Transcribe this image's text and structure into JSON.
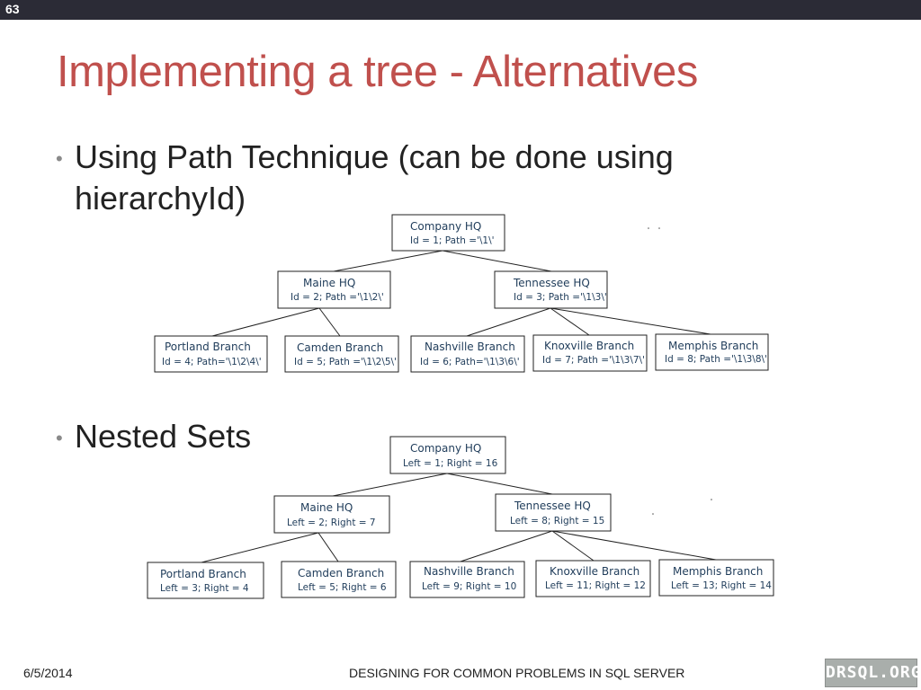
{
  "slide": {
    "number": "63",
    "title": "Implementing a tree - Alternatives",
    "bullets": [
      {
        "line1": "Using Path Technique (can be done using",
        "line2": "hierarchyId)"
      },
      {
        "line1": "Nested Sets"
      }
    ],
    "footer": {
      "date": "6/5/2014",
      "title": "DESIGNING FOR COMMON PROBLEMS IN SQL SERVER",
      "logo_text": "DRSQL.ORG"
    },
    "colors": {
      "title": "#c0504d",
      "topbar": "#2b2b36",
      "node_text": "#1f3c5a",
      "logo_bg": "#a9aeab"
    }
  },
  "path_tree": {
    "nodes": [
      {
        "id": "company-hq",
        "name": "Company HQ",
        "detail": "Id = 1; Path ='\\1\\'"
      },
      {
        "id": "maine-hq",
        "name": "Maine HQ",
        "detail": "Id = 2; Path ='\\1\\2\\'"
      },
      {
        "id": "tennessee-hq",
        "name": "Tennessee HQ",
        "detail": "Id = 3; Path ='\\1\\3\\'"
      },
      {
        "id": "portland-branch",
        "name": "Portland Branch",
        "detail": "Id = 4; Path='\\1\\2\\4\\'"
      },
      {
        "id": "camden-branch",
        "name": "Camden Branch",
        "detail": "Id = 5; Path ='\\1\\2\\5\\'"
      },
      {
        "id": "nashville-branch",
        "name": "Nashville Branch",
        "detail": "Id = 6; Path='\\1\\3\\6\\'"
      },
      {
        "id": "knoxville-branch",
        "name": "Knoxville Branch",
        "detail": "Id = 7; Path ='\\1\\3\\7\\'"
      },
      {
        "id": "memphis-branch",
        "name": "Memphis Branch",
        "detail": "Id = 8; Path ='\\1\\3\\8\\'"
      }
    ]
  },
  "nested_tree": {
    "nodes": [
      {
        "id": "company-hq",
        "name": "Company HQ",
        "detail": "Left = 1; Right = 16"
      },
      {
        "id": "maine-hq",
        "name": "Maine HQ",
        "detail": "Left = 2; Right = 7"
      },
      {
        "id": "tennessee-hq",
        "name": "Tennessee HQ",
        "detail": "Left = 8; Right = 15"
      },
      {
        "id": "portland-branch",
        "name": "Portland Branch",
        "detail": "Left = 3; Right = 4"
      },
      {
        "id": "camden-branch",
        "name": "Camden Branch",
        "detail": "Left = 5; Right = 6"
      },
      {
        "id": "nashville-branch",
        "name": "Nashville Branch",
        "detail": "Left = 9; Right = 10"
      },
      {
        "id": "knoxville-branch",
        "name": "Knoxville Branch",
        "detail": "Left = 11; Right = 12"
      },
      {
        "id": "memphis-branch",
        "name": "Memphis Branch",
        "detail": "Left = 13; Right = 14"
      }
    ]
  }
}
